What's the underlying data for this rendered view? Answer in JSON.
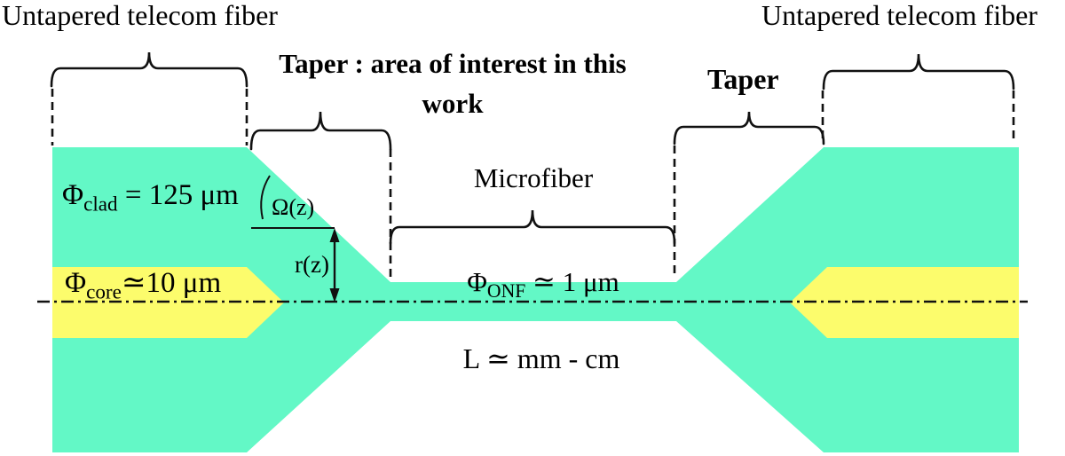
{
  "diagram": {
    "labels": {
      "untapered_left": "Untapered telecom fiber",
      "untapered_right": "Untapered telecom fiber",
      "taper_title_line1": "Taper : area of interest in this",
      "taper_title_line2": "work",
      "taper_right": "Taper",
      "microfiber": "Microfiber",
      "clad": {
        "symbol": "Φ",
        "sub": "clad",
        "rest": " = 125 μm"
      },
      "core": {
        "symbol": "Φ",
        "sub": "core",
        "rest": "≃10 μm"
      },
      "onf": {
        "symbol": "Φ",
        "sub": "ONF",
        "rest": " ≃ 1 μm"
      },
      "length": "L ≃ mm - cm",
      "radius": "r(z)",
      "angle": "Ω(z)"
    },
    "colors": {
      "cladding": "#63f8c6",
      "core": "#fcfc6c",
      "line": "#111111",
      "text": "#000000"
    }
  }
}
